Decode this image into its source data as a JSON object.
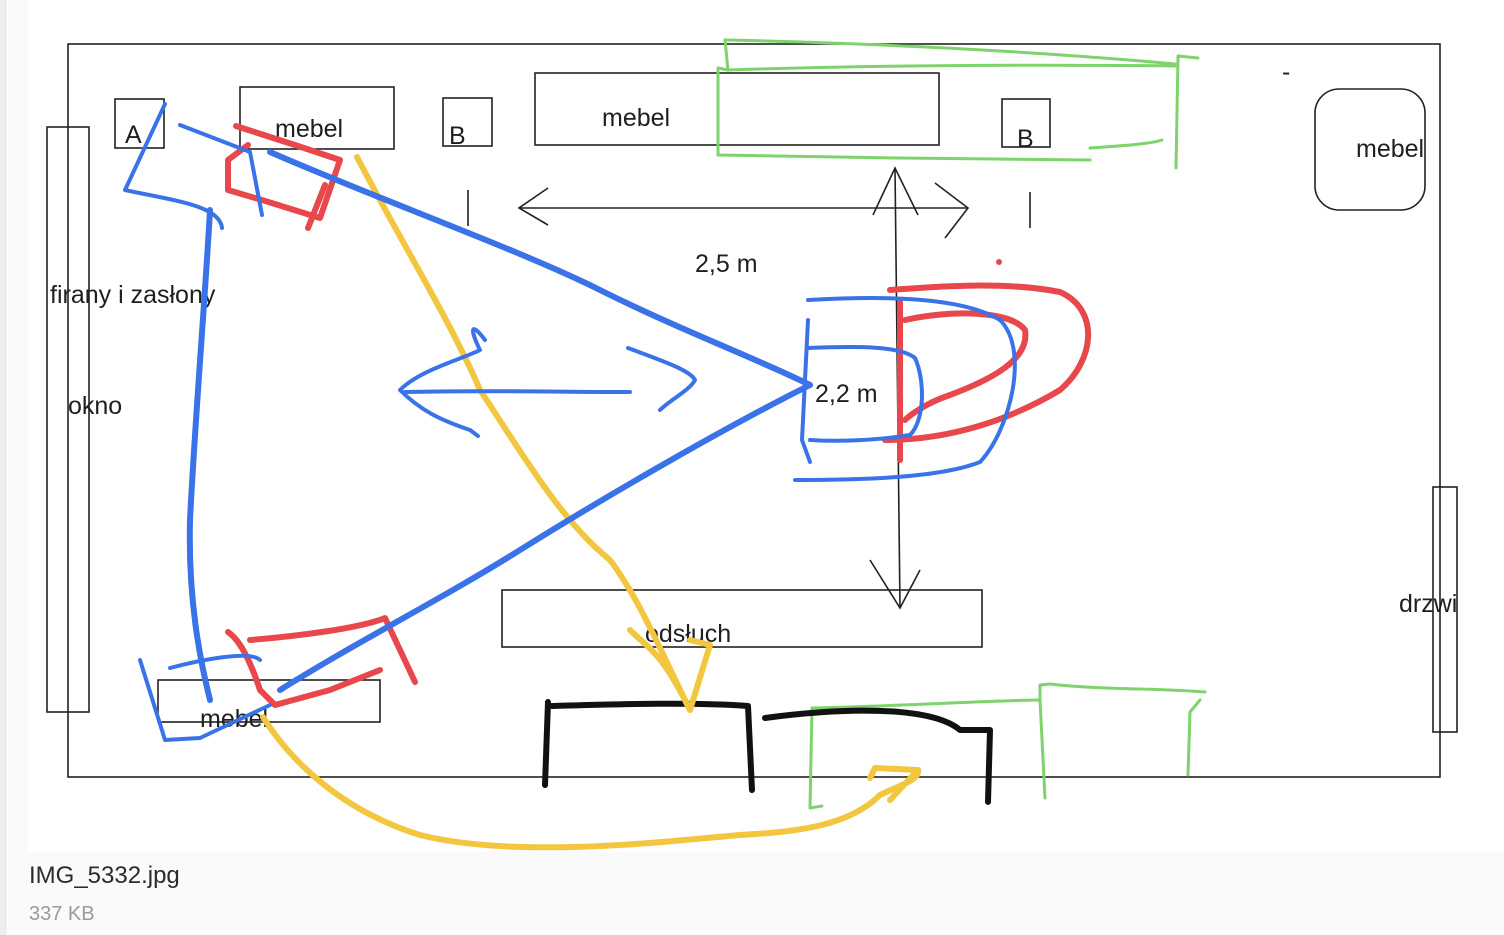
{
  "attachment": {
    "file_name": "IMG_5332.jpg",
    "file_size": "337 KB"
  },
  "drawing": {
    "labels": {
      "mebel_top_left": "mebel",
      "mebel_top_center": "mebel",
      "mebel_top_right": "mebel",
      "mebel_bottom_left": "mebel",
      "speaker_a": "A",
      "speaker_b_left": "B",
      "speaker_b_right": "B",
      "curtains": "firany i zasłony",
      "window": "okno",
      "door": "drzwi",
      "listening": "odsłuch",
      "width_dimension": "2,5 m",
      "depth_dimension": "2,2 m",
      "dash": "-"
    },
    "colors": {
      "blue": "#3a72e8",
      "red": "#e8474c",
      "yellow": "#f3c63f",
      "green": "#7fd36c",
      "black": "#111111"
    }
  }
}
